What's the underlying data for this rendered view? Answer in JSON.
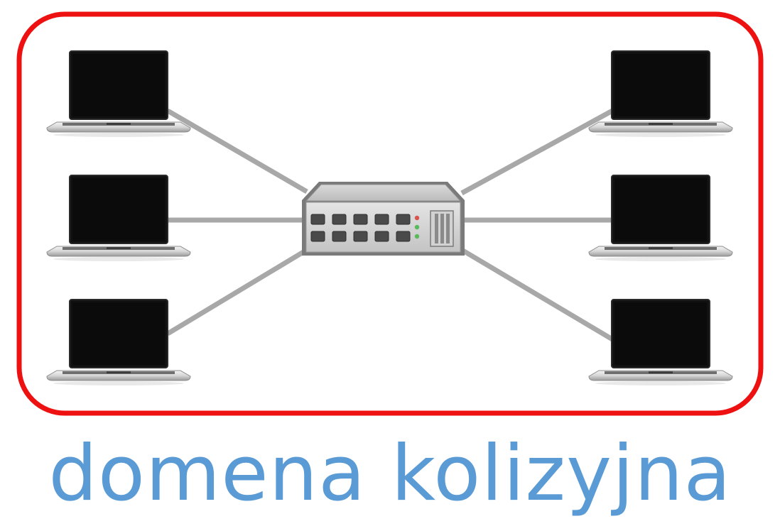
{
  "caption": "domena kolizyjna",
  "colors": {
    "domain_border": "#ee1111",
    "caption": "#5b9bd5",
    "cable": "#a8a8a8",
    "switch_body": "#b9b9b9",
    "switch_port": "#4a4a4a",
    "led_red": "#d9534f",
    "led_green": "#5cb85c"
  },
  "icons": {
    "hub": "network-switch-icon",
    "host": "laptop-icon"
  },
  "hosts_left": [
    "laptop-1",
    "laptop-2",
    "laptop-3"
  ],
  "hosts_right": [
    "laptop-4",
    "laptop-5",
    "laptop-6"
  ]
}
